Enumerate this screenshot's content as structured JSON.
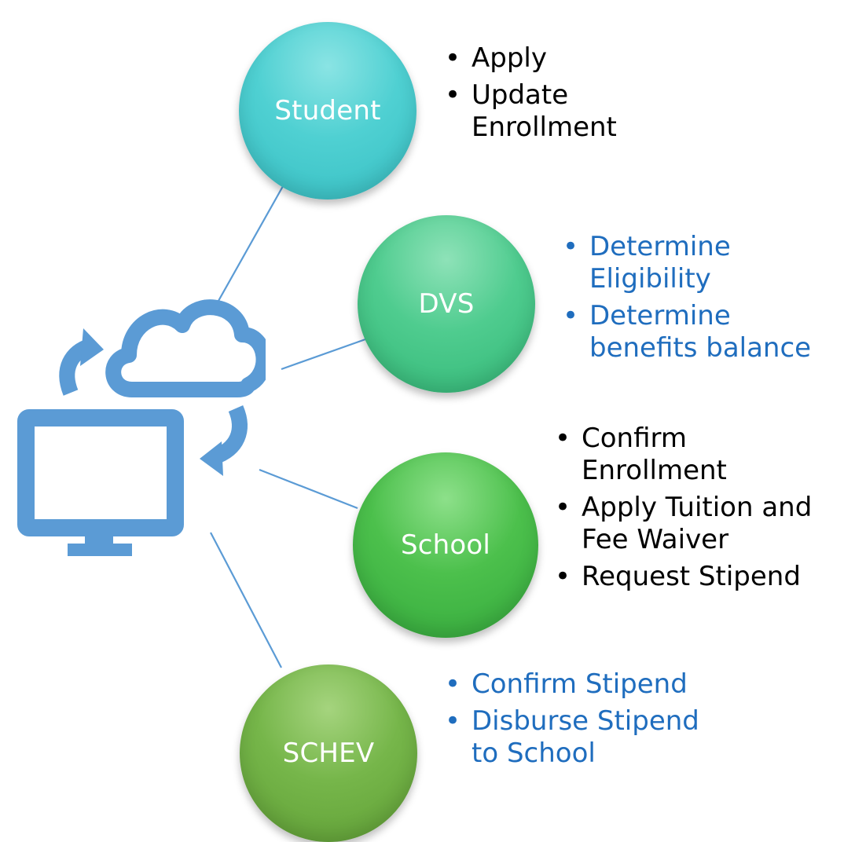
{
  "diagram": {
    "nodes": [
      {
        "id": "student",
        "label": "Student",
        "color": "#4fd0d2",
        "text_color": "black",
        "items": [
          "Apply",
          "Update\nEnrollment"
        ]
      },
      {
        "id": "dvs",
        "label": "DVS",
        "color": "#4fcc8f",
        "text_color": "blue",
        "items": [
          "Determine\nEligibility",
          "Determine\nbenefits balance"
        ]
      },
      {
        "id": "school",
        "label": "School",
        "color": "#4cc04c",
        "text_color": "black",
        "items": [
          "Confirm\nEnrollment",
          "Apply Tuition and\nFee Waiver",
          "Request Stipend"
        ]
      },
      {
        "id": "schev",
        "label": "SCHEV",
        "color": "#76b64a",
        "text_color": "blue",
        "items": [
          "Confirm Stipend",
          "Disburse Stipend\nto School"
        ]
      }
    ],
    "hub_icon": "computer-cloud-sync-icon",
    "connector_color": "#5b9bd5",
    "icon_color": "#5b9bd5",
    "blue_text_color": "#1f6dbe"
  }
}
